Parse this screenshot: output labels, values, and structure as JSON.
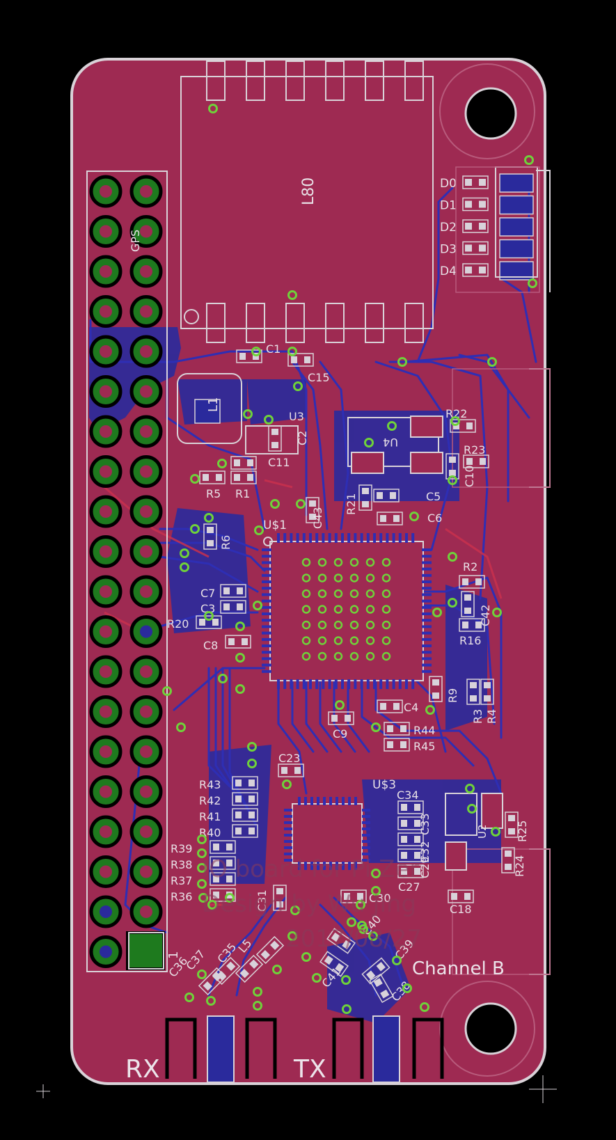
{
  "pcb": {
    "bottom_labels": {
      "rx": "RX",
      "tx": "TX"
    },
    "channel_label": "Channel B",
    "ghost_text": {
      "line1": "IO board for Pi Zer",
      "line2": "Design by Wu Jing",
      "line3": "2017/08/27"
    },
    "header_labels": {
      "gps": "GPS"
    },
    "module_labels": {
      "gps_module": "L80",
      "inductor": "L1"
    },
    "leds": [
      "D0",
      "D1",
      "D2",
      "D3",
      "D4"
    ],
    "chips": {
      "mcu": "U$1",
      "u3": "U3",
      "u4": "U4",
      "us3": "U$3",
      "u2": "U2"
    },
    "caps": [
      "C1",
      "C15",
      "C2",
      "C11",
      "C43",
      "C5",
      "C6",
      "C10",
      "C7",
      "C3",
      "C8",
      "C42",
      "C4",
      "C9",
      "C23",
      "C34",
      "C33",
      "C32",
      "C29",
      "C27",
      "C31",
      "C30",
      "C18",
      "C40",
      "C39",
      "C38",
      "C41",
      "C37",
      "C36",
      "C35",
      "L5"
    ],
    "resistors": [
      "R5",
      "R1",
      "R6",
      "R20",
      "R21",
      "R22",
      "R23",
      "R2",
      "R16",
      "R9",
      "R3",
      "R4",
      "R44",
      "R45",
      "R43",
      "R42",
      "R41",
      "R40",
      "R39",
      "R38",
      "R37",
      "R36",
      "R25",
      "R24"
    ],
    "pin_one": "1",
    "colors": {
      "board": "#9e2a52",
      "outline": "#d9d2d8",
      "copper_bottom": "#2a2a9c",
      "trace": "#2e2eb4",
      "pad": "#d8d2da",
      "via_ring": "#6fd23a",
      "header_pad": "#1e7a1e"
    }
  }
}
